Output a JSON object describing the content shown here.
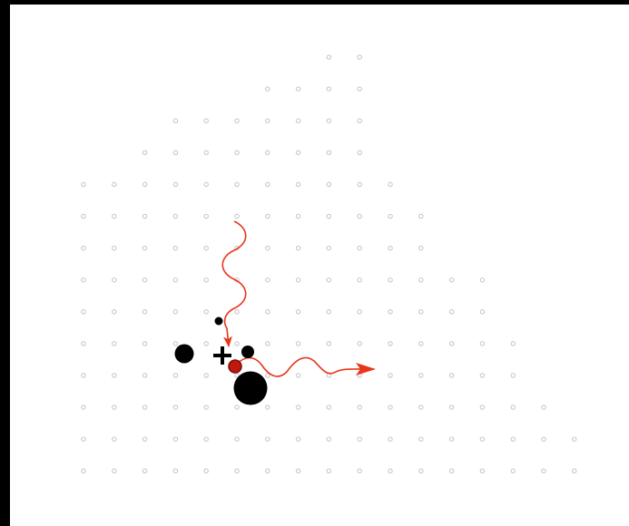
{
  "colors": {
    "background": "#000000",
    "panel": "#ffffff",
    "lattice_dot": "#c8c8c8",
    "atom": "#000000",
    "photon": "#e8361b",
    "absorbing_atom": "#c0180c",
    "marker": "#000000"
  },
  "lattice_row_counts": [
    2,
    4,
    7,
    8,
    11,
    12,
    12,
    14,
    14,
    15,
    15,
    16,
    17,
    17
  ],
  "icons": {
    "marker": "plus-icon",
    "arrow": "arrow-head-icon"
  }
}
